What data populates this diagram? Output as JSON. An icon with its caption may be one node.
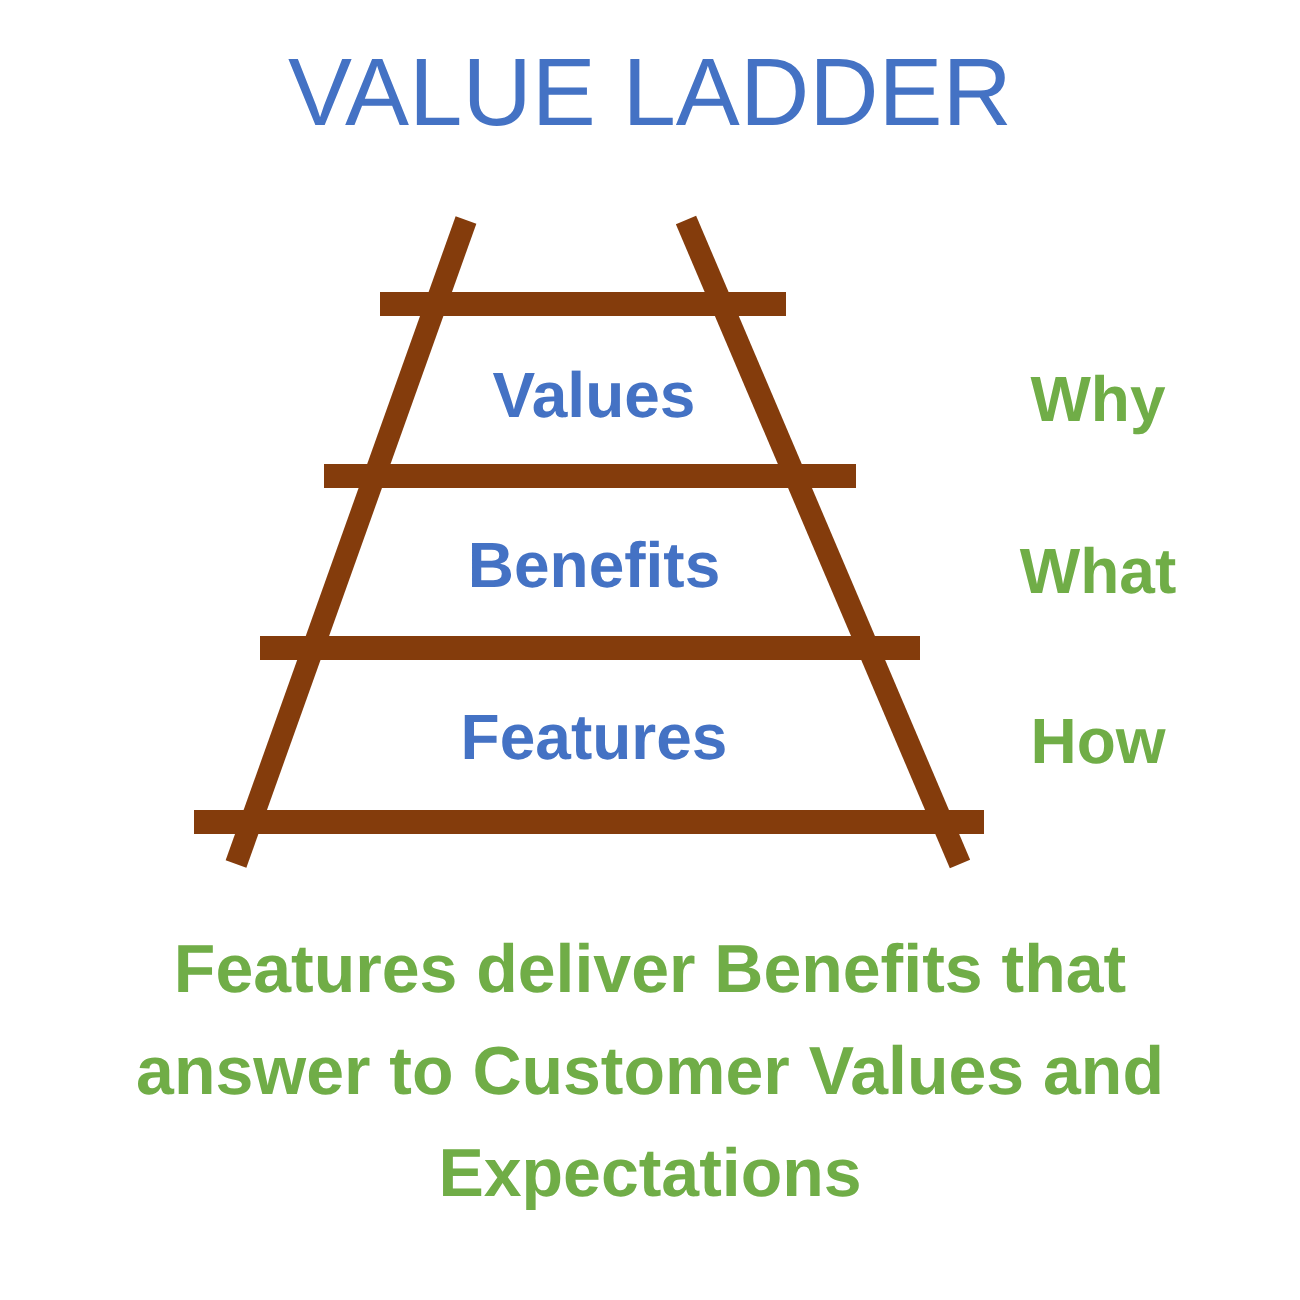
{
  "diagram": {
    "title": "VALUE LADDER",
    "caption": "Features deliver Benefits that answer to Customer Values and Expectations",
    "labels": [
      "Values",
      "Why",
      "Benefits",
      "What",
      "Features",
      "How"
    ]
  }
}
